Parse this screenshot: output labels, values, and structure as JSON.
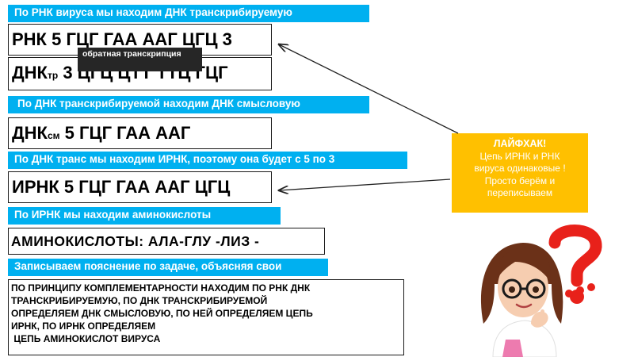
{
  "steps": [
    {
      "banner": "По РНК вируса мы находим ДНК транскрибируемую"
    },
    {
      "banner": "По ДНК транскрибируемой находим ДНК смысловую"
    },
    {
      "banner": "По ДНК транс мы находим ИРНК, поэтому она будет с 5 по 3"
    },
    {
      "banner": "По ИРНК мы находим аминокислоты"
    },
    {
      "banner": "Записываем пояснение по задаче, объясняя свои"
    }
  ],
  "sequences": {
    "rna_virus": "РНК 5 ГЦГ ГАА ААГ ЦГЦ 3",
    "dna_tr_prefix": "ДНК",
    "dna_tr_sub": "тр",
    "dna_tr_rest": " 3 ЦГЦ ЦТТ ТТЦ ГЦГ",
    "dna_sm_prefix": "ДНК",
    "dna_sm_sub": "см",
    "dna_sm_rest": " 5 ГЦГ ГАА ААГ",
    "irna": "ИРНК 5 ГЦГ ГАА ААГ ЦГЦ"
  },
  "reverse_tag": "обратная транскрипция",
  "amino_acids": "АМИНОКИСЛОТЫ: АЛА-ГЛУ -ЛИЗ -",
  "explanation": [
    "ПО ПРИНЦИПУ КОМПЛЕМЕНТАРНОСТИ НАХОДИМ ПО РНК ДНК",
    "ТРАНСКРИБИРУЕМУЮ, ПО ДНК ТРАНСКРИБИРУЕМОЙ",
    "ОПРЕДЕЛЯЕМ ДНК СМЫСЛОВУЮ, ПО НЕЙ ОПРЕДЕЛЯЕМ ЦЕПЬ",
    "ИРНК, ПО ИРНК ОПРЕДЕЛЯЕМ",
    " ЦЕПЬ АМИНОКИСЛОТ ВИРУСА"
  ],
  "lifehack": {
    "title": "ЛАЙФХАК!",
    "lines": [
      "Цепь ИРНК и РНК",
      "вируса одинаковые !",
      "Просто берём и",
      "переписываем"
    ]
  },
  "colors": {
    "banner": "#00b0f0",
    "lifehack": "#ffc000",
    "tag": "#262626",
    "question": "#e8211a"
  },
  "icons": [
    "question-mark-icon",
    "ellipsis-icon",
    "girl-avatar-icon"
  ]
}
